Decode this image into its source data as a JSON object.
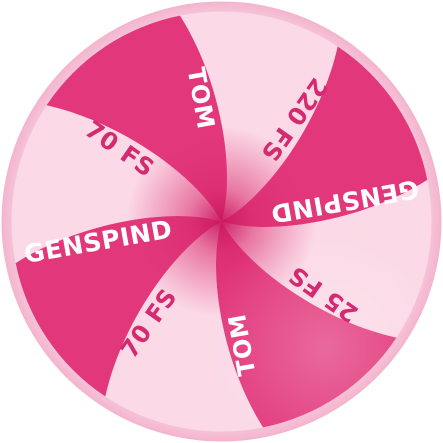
{
  "wheel": {
    "segments": [
      {
        "label": "220 FS",
        "style": "light"
      },
      {
        "label": "GENSPIND",
        "style": "dark"
      },
      {
        "label": "25 FS",
        "style": "light"
      },
      {
        "label": "TOM",
        "style": "dark"
      },
      {
        "label": "70 FS",
        "style": "light"
      },
      {
        "label": "GENSPIND",
        "style": "dark"
      },
      {
        "label": "70 FS",
        "style": "light"
      },
      {
        "label": "TOM",
        "style": "dark"
      }
    ],
    "colors": {
      "rim": "#f7c6d9",
      "light_segment": "#fbd9e6",
      "dark_segment": "#e2377b",
      "light_text": "#d42a6f",
      "dark_text": "#ffffff",
      "hub_glow": "#d81f68"
    }
  }
}
